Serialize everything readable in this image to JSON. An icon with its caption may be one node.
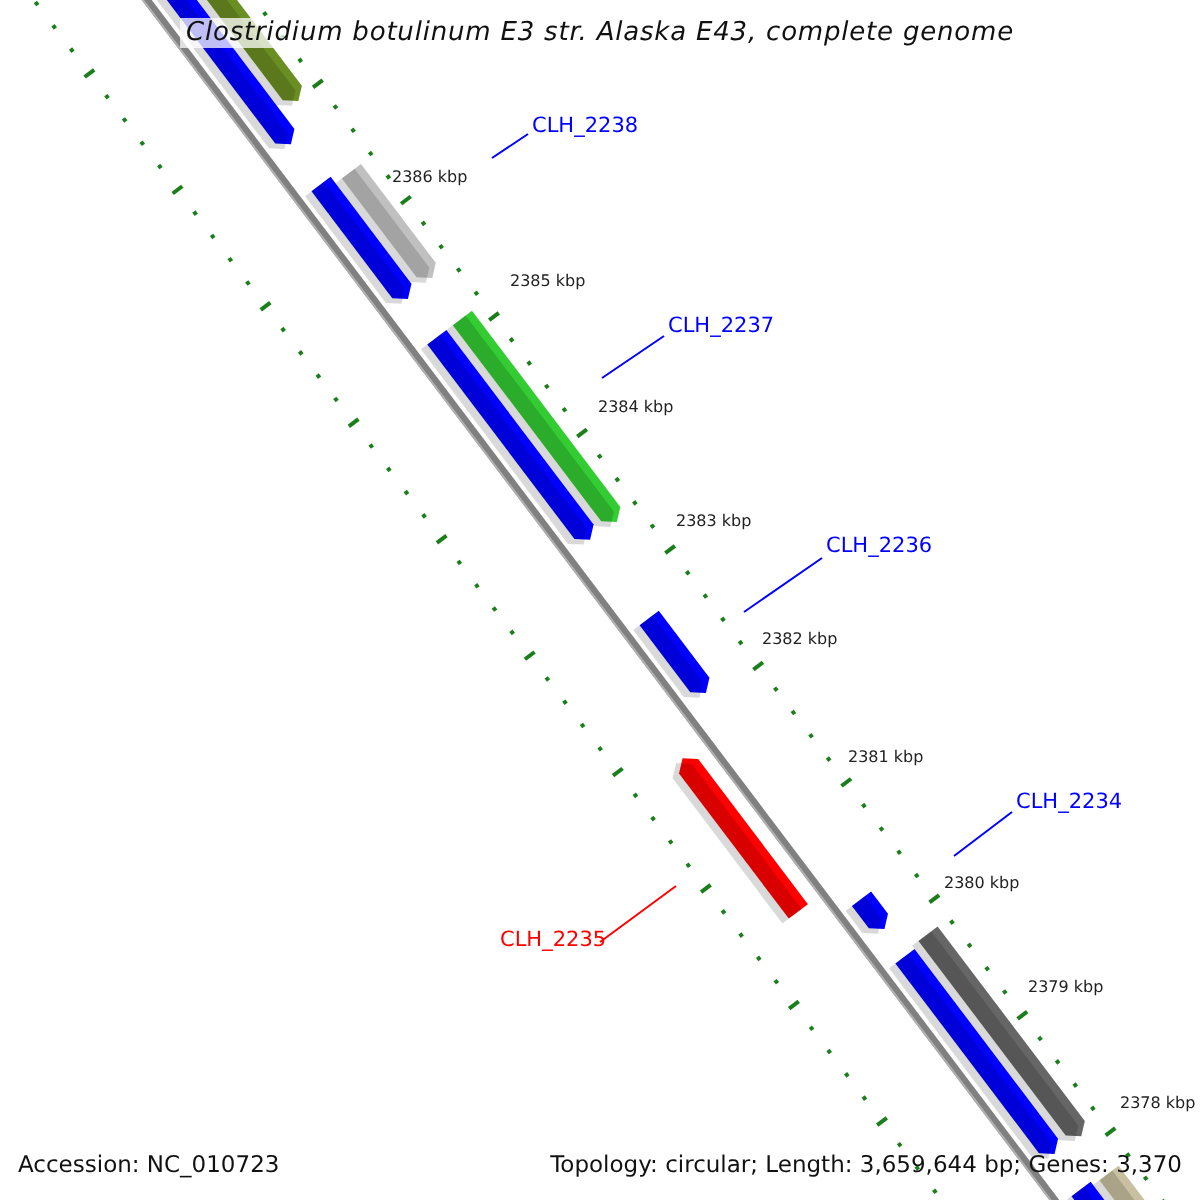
{
  "diagram": {
    "title": "Clostridium botulinum E3 str. Alaska E43, complete genome",
    "nodes": [
      {
        "text": [
          "CLH_2238"
        ]
      },
      {
        "text": [
          "CLH_2237"
        ]
      },
      {
        "text": [
          "CLH_2236"
        ]
      },
      {
        "text": [
          "CLH_2234"
        ]
      },
      {
        "text": [
          "CLH_2235"
        ]
      }
    ],
    "edges": [
      {
        "from": 0,
        "to": null,
        "arrow": "none"
      },
      {
        "from": 1,
        "to": null,
        "arrow": "none"
      },
      {
        "from": 2,
        "to": null,
        "arrow": "none"
      },
      {
        "from": 3,
        "to": null,
        "arrow": "none"
      },
      {
        "from": 4,
        "to": null,
        "arrow": "none",
        "color": "#ff0000"
      }
    ],
    "labels": [
      "2386 kbp",
      "2385 kbp",
      "2384 kbp",
      "2383 kbp",
      "2382 kbp",
      "2381 kbp",
      "2380 kbp",
      "2379 kbp",
      "2378 kbp",
      "Accession: NC_010723",
      "Topology: circular; Length: 3,659,644 bp; Genes: 3,370"
    ]
  }
}
